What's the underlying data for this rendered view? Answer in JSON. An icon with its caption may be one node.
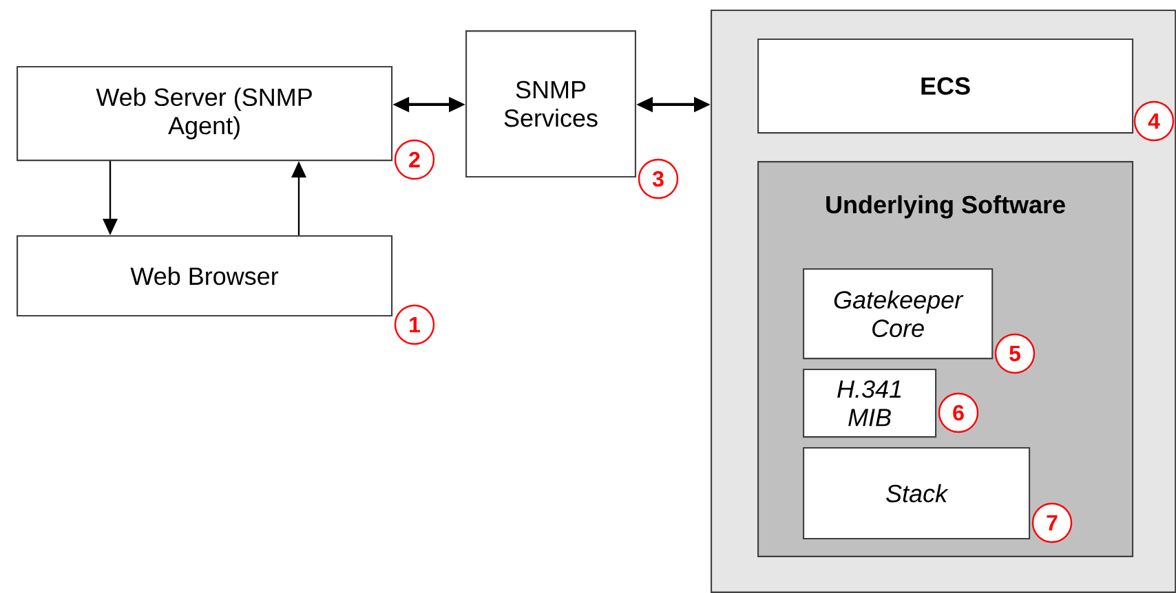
{
  "diagram": {
    "nodes": [
      {
        "text": [
          "Web Server (SNMP Agent)"
        ],
        "beside": [
          "2"
        ]
      },
      {
        "text": [
          "Web Browser"
        ],
        "beside": [
          "1"
        ]
      },
      {
        "text": [
          "SNMP Services"
        ],
        "beside": [
          "3"
        ]
      },
      {
        "text": [],
        "shape": "box"
      },
      {
        "text": [
          "ECS"
        ],
        "in": 3,
        "beside": [
          "4"
        ]
      },
      {
        "text": [
          "Underlying Software"
        ],
        "in": 3
      },
      {
        "text": [
          "Gatekeeper Core"
        ],
        "in": 5,
        "beside": [
          "5"
        ]
      },
      {
        "text": [
          "H.341 MIB"
        ],
        "in": 5,
        "beside": [
          "6"
        ]
      },
      {
        "text": [
          "Stack"
        ],
        "in": 5,
        "beside": [
          "7"
        ]
      }
    ],
    "edges": [
      {
        "from": 0,
        "to": 1,
        "arrow": "to"
      },
      {
        "from": 1,
        "to": 0,
        "arrow": "to"
      },
      {
        "from": 0,
        "to": 2,
        "arrow": "both"
      },
      {
        "from": 2,
        "to": 3,
        "arrow": "both"
      }
    ]
  }
}
